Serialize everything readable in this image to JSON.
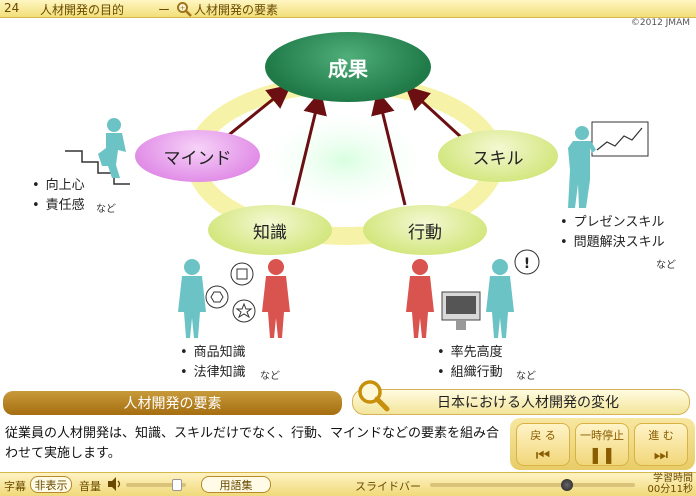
{
  "titlebar": {
    "number": "24",
    "title": "人材開発の目的",
    "separator": "ー",
    "subtitle": "人材開発の要素"
  },
  "copyright": "©2012 JMAM",
  "diagram": {
    "center": "成果",
    "mind": "マインド",
    "skill": "スキル",
    "knowledge": "知識",
    "action": "行動",
    "mind_items": [
      "向上心",
      "責任感"
    ],
    "skill_items": [
      "プレゼンスキル",
      "問題解決スキル"
    ],
    "knowledge_items": [
      "商品知識",
      "法律知識"
    ],
    "action_items": [
      "率先高度",
      "組織行動"
    ],
    "nado": "など"
  },
  "section": {
    "header": "人材開発の要素",
    "change_button": "日本における人材開発の変化",
    "description": "従業員の人材開発は、知識、スキルだけでなく、行動、マインドなどの要素を組み合わせて実施します。"
  },
  "nav": {
    "back": "戻 る",
    "pause": "一時停止",
    "next": "進 む"
  },
  "statusbar": {
    "subtitle_label": "字幕",
    "subtitle_toggle": "非表示",
    "volume_label": "音量",
    "glossary": "用語集",
    "slider_label": "スライドバー",
    "time_label": "学習時間",
    "time_value": "00分11秒"
  },
  "colors": {
    "center": "#1f7a48",
    "mind": "#e08ae6",
    "skill": "#d2e67c",
    "arrow": "#6b0f12",
    "bar": "#a56e10"
  }
}
